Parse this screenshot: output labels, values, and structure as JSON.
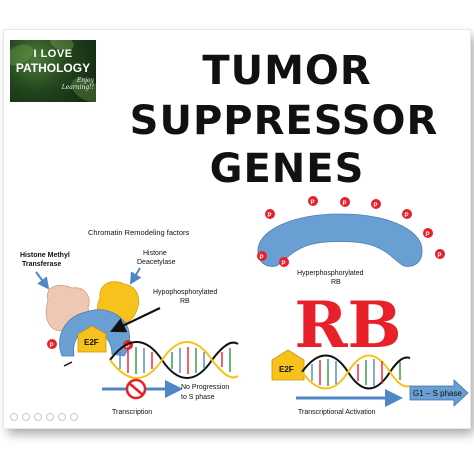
{
  "logo": {
    "line1": "I LOVE",
    "line2": "PATHOLOGY",
    "line3": "Enjoy Learning!!"
  },
  "title": {
    "line1": "TUMOR",
    "line2": "SUPPRESSOR",
    "line3": "GENES"
  },
  "left_panel": {
    "chromatin_label": "Chromatin Remodeling factors",
    "histone_methyl_line1": "Histone Methyl",
    "histone_methyl_line2": "Transferase",
    "histone_deacetylase_line1": "Histone",
    "histone_deacetylase_line2": "Deacetylase",
    "hypo_line1": "Hypophosphorylated",
    "hypo_line2": "RB",
    "e2f": "E2F",
    "phosphate": "P",
    "transcription": "Transcription",
    "no_progression_line1": "No Progression",
    "no_progression_line2": "to S phase"
  },
  "right_panel": {
    "hyper_line1": "Hyperphosphorylated",
    "hyper_line2": "RB",
    "rb_big": "RB",
    "e2f": "E2F",
    "phosphate": "P",
    "transcriptional_activation": "Transcriptional Activation",
    "phase_label": "G1 – S phase"
  },
  "colors": {
    "rb_blue": "#6a9fd4",
    "phosphate_red": "#e8202a",
    "e2f_yellow": "#f7c21c",
    "histone_peach": "#f0c7b0",
    "arrow_blue": "#4f86c6",
    "rb_text_red": "#e8202a"
  }
}
